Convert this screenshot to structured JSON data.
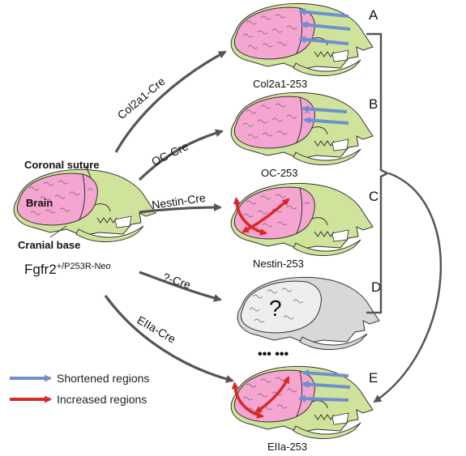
{
  "source": {
    "brain_label": "Brain",
    "coronal_label": "Coronal suture",
    "cranial_base_label": "Cranial base",
    "genotype_base": "Fgfr2",
    "genotype_sup": "+/P253R-Neo"
  },
  "arrows": [
    {
      "id": "col2a1",
      "label": "Col2a1-Cre"
    },
    {
      "id": "oc",
      "label": "OC-Cre"
    },
    {
      "id": "nestin",
      "label": "Nestin-Cre"
    },
    {
      "id": "unknown",
      "label": "?-Cre"
    },
    {
      "id": "ella",
      "label": "EIIa-Cre"
    }
  ],
  "panels": [
    {
      "letter": "A",
      "caption": "Col2a1-253"
    },
    {
      "letter": "B",
      "caption": "OC-253"
    },
    {
      "letter": "C",
      "caption": "Nestin-253"
    },
    {
      "letter": "D",
      "caption": "",
      "mark": "?"
    },
    {
      "letter": "E",
      "caption": "EIIa-253"
    }
  ],
  "ellipsis": "•••  •••",
  "legend": [
    {
      "label": "Shortened regions",
      "color": "#6f8fd0"
    },
    {
      "label": "Increased regions",
      "color": "#d9282a"
    }
  ],
  "colors": {
    "brain": "#f4a6d0",
    "bone": "#cfe39a",
    "arrow": "#555555",
    "shortened": "#6f8fd0",
    "increased": "#d9282a",
    "gray_skull": "#d8d8d8"
  }
}
